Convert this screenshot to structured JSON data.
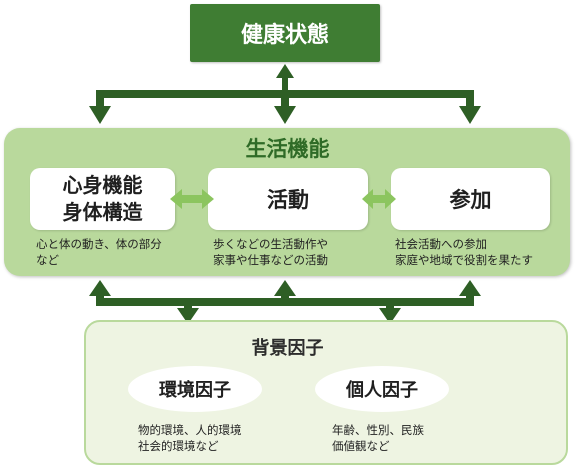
{
  "top": {
    "label": "健康状態"
  },
  "functioning": {
    "title": "生活機能",
    "body": {
      "line1": "心身機能",
      "line2": "身体構造",
      "desc1": "心と体の動き、体の部分",
      "desc2": "など"
    },
    "activity": {
      "label": "活動",
      "desc1": "歩くなどの生活動作や",
      "desc2": "家事や仕事などの活動"
    },
    "participation": {
      "label": "参加",
      "desc1": "社会活動への参加",
      "desc2": "家庭や地域で役割を果たす"
    }
  },
  "context": {
    "title": "背景因子",
    "environmental": {
      "label": "環境因子",
      "desc1": "物的環境、人的環境",
      "desc2": "社会的環境など"
    },
    "personal": {
      "label": "個人因子",
      "desc1": "年齢、性別、民族",
      "desc2": "価値観など"
    }
  },
  "colors": {
    "dark_green": "#3f7d33",
    "arrow_green": "#2e5f25",
    "light_green": "#b9d99c",
    "double_arrow": "#8cc55f",
    "pale_green": "#eef4e2"
  }
}
